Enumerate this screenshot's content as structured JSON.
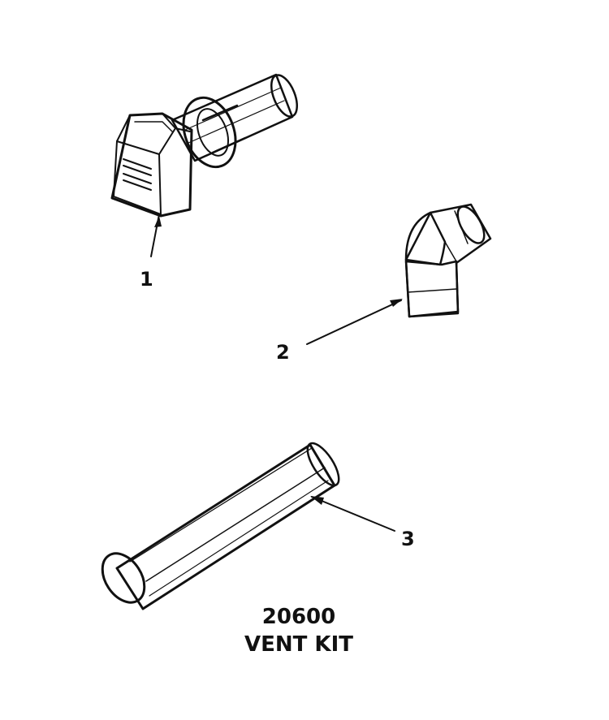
{
  "diagram": {
    "parts": [
      {
        "id": "1",
        "callout": "1",
        "name": "hood"
      },
      {
        "id": "2",
        "callout": "2",
        "name": "elbow"
      },
      {
        "id": "3",
        "callout": "3",
        "name": "pipe"
      }
    ],
    "caption": {
      "line1": "20600",
      "line2": "VENT KIT"
    },
    "colors": {
      "ink": "#111111",
      "paper": "#ffffff"
    }
  }
}
